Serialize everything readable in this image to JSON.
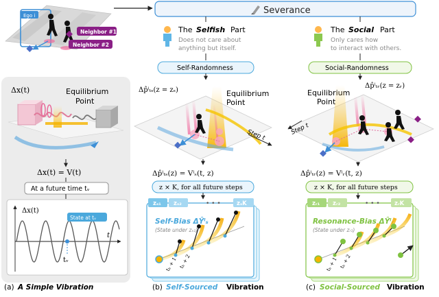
{
  "header": {
    "title": "Severance"
  },
  "scene": {
    "ego_label": "Ego i",
    "neighbor1_label": "Neighbor #1",
    "neighbor2_label": "Neighbor #2"
  },
  "panel_a": {
    "eq_top": "Δx(t)",
    "equilibrium": "Equilibrium",
    "point": "Point",
    "formula": "Δx(t) = V(t)",
    "future_time": "At a future time tᵥ",
    "plot_ylabel": "Δx(t)",
    "plot_xlabel": "t",
    "state_label": "State at tᵥ",
    "tv_label": "tᵥ",
    "caption_prefix": "(a)",
    "caption": "A Simple Vibration"
  },
  "panel_b": {
    "part_prefix": "The",
    "part_name": "Selfish",
    "part_suffix": "Part",
    "desc1": "Does not care about",
    "desc2": "anything but itself.",
    "randomness": "Self-Randomness",
    "delta_eq": "Δp̂ⁱₜₛ(z = zₛ)",
    "equilibrium": "Equilibrium",
    "point": "Point",
    "step_label": "Step t",
    "formula": "Δp̂ⁱₜₛ(z) = Vⁱₛ(t, z)",
    "steps_text": "z × K, for all future steps",
    "tab1": "zₛ₁",
    "tab2": "zₛ₂",
    "dots": "• • •",
    "tabK": "zₛK",
    "bias_title": "Self-Bias ΔŶⁱₛ",
    "bias_sub": "(State under zₛ₁)",
    "tick1": "tₕ + 1",
    "tick2": "tₕ + 2",
    "caption_prefix": "(b)",
    "caption_colored": "Self-Sourced",
    "caption_rest": "Vibration"
  },
  "panel_c": {
    "part_prefix": "The",
    "part_name": "Social",
    "part_suffix": "Part",
    "desc1": "Only cares how",
    "desc2": "to interact with others.",
    "randomness": "Social-Randomness",
    "delta_eq": "Δp̂ⁱₜᵣ(z = zᵣ)",
    "equilibrium": "Equilibrium",
    "point": "Point",
    "step_label": "Step t",
    "formula": "Δp̂ⁱₜᵣ(z) = Vⁱᵣ(t, z)",
    "steps_text": "z × K, for all future steps",
    "tab1": "zᵣ₁",
    "tab2": "zᵣ₂",
    "dots": "• • •",
    "tabK": "zᵣK",
    "bias_title": "Resonance-Bias ΔŶⁱᵣ",
    "bias_sub": "(State under zᵣ₁)",
    "tick1": "tₕ + 1",
    "tick2": "tₕ + 2",
    "caption_prefix": "(c)",
    "caption_colored": "Social-Sourced",
    "caption_rest": "Vibration"
  },
  "colors": {
    "blue_accent": "#4aa8dc",
    "green_accent": "#7fc241",
    "purple": "#8a1f86",
    "pink": "#f06ea0",
    "yellow": "#f5b400",
    "gray_panel": "#ececec"
  },
  "icons": [
    "pencil-icon",
    "person-icon",
    "walker-icon",
    "spring-icon",
    "arrow-icon"
  ]
}
